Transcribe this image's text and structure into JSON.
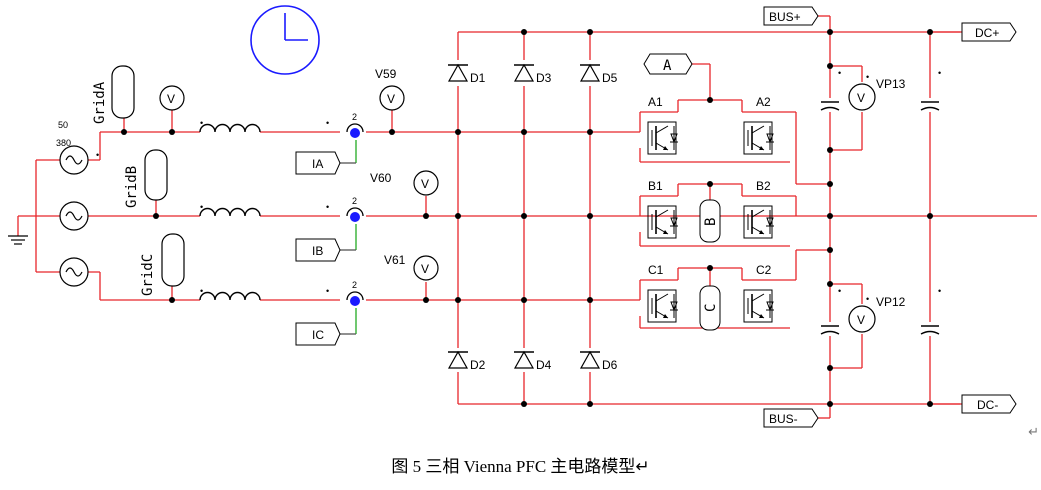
{
  "caption": "图 5  三相 Vienna PFC 主电路模型↵",
  "source": {
    "freq": "50",
    "voltage": "380"
  },
  "grid_labels": [
    "GridA",
    "GridB",
    "GridC"
  ],
  "voltmeters": {
    "v59": "V59",
    "v60": "V60",
    "v61": "V61",
    "vp13": "VP13",
    "vp12": "VP12",
    "glyph": "V"
  },
  "current_labels": [
    "IA",
    "IB",
    "IC"
  ],
  "diodes": [
    "D1",
    "D2",
    "D3",
    "D4",
    "D5",
    "D6"
  ],
  "switches": [
    "A1",
    "A2",
    "B1",
    "B2",
    "C1",
    "C2"
  ],
  "gate_labels": [
    "A",
    "B",
    "C"
  ],
  "dc_terminals": {
    "bus_plus": "BUS+",
    "bus_minus": "BUS-",
    "dc_plus": "DC+",
    "dc_minus": "DC-"
  },
  "ammeter_marks": [
    "2",
    "2",
    "2"
  ],
  "polarity_mark": "•",
  "return_mark": "↵"
}
